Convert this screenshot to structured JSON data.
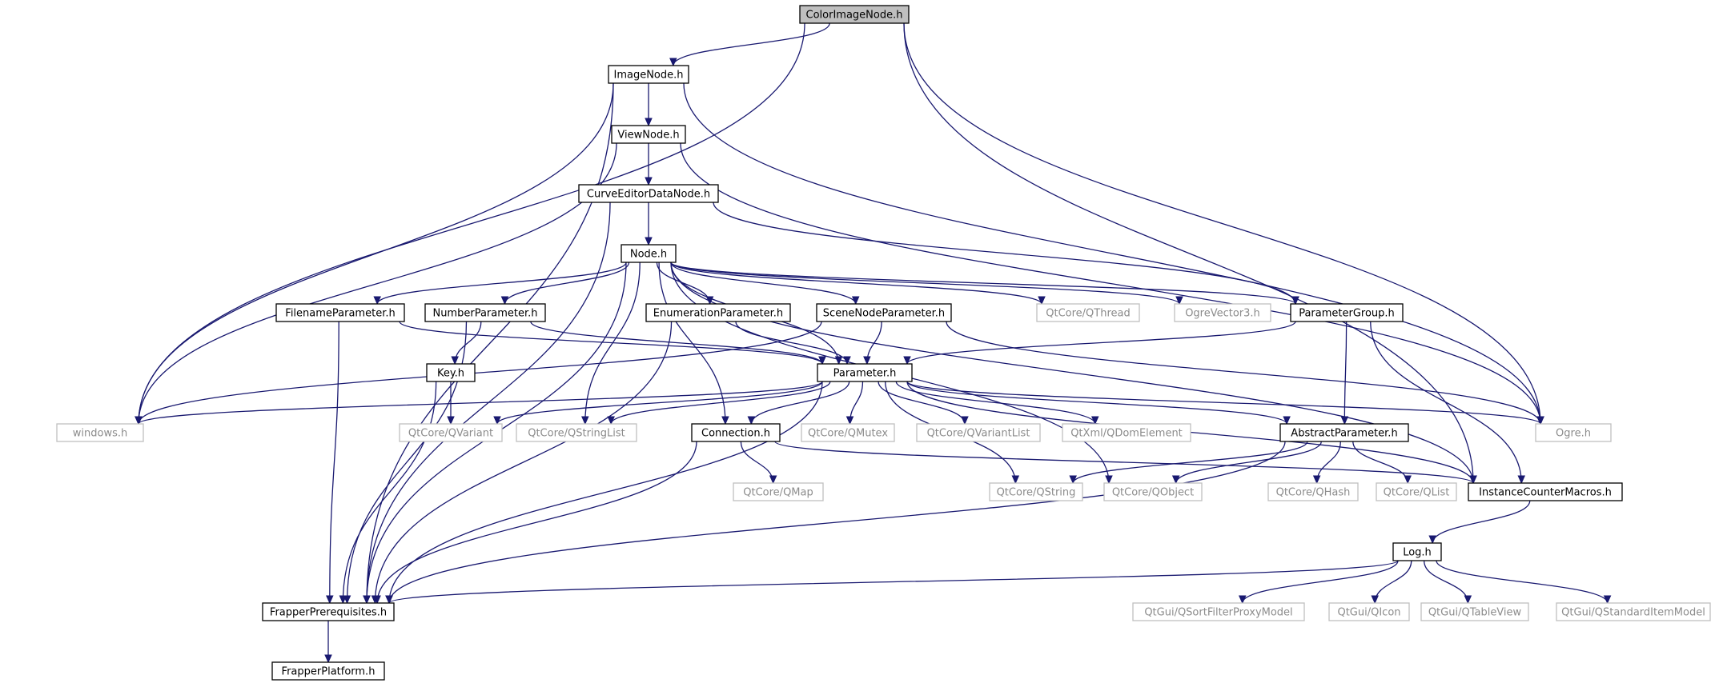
{
  "colors": {
    "edge": "#191970",
    "node_border": "#000000",
    "external_border": "#bfbfbf",
    "root_fill": "#bfbfbf",
    "node_fill": "#ffffff",
    "text": "#000000",
    "external_text": "#8c8c8c"
  },
  "nodes": [
    {
      "id": "colorimagenode",
      "label": "ColorImageNode.h",
      "kind": "root"
    },
    {
      "id": "imagenode",
      "label": "ImageNode.h",
      "kind": "internal"
    },
    {
      "id": "viewnode",
      "label": "ViewNode.h",
      "kind": "internal"
    },
    {
      "id": "curveeditordatanode",
      "label": "CurveEditorDataNode.h",
      "kind": "internal"
    },
    {
      "id": "node",
      "label": "Node.h",
      "kind": "internal"
    },
    {
      "id": "filenameparameter",
      "label": "FilenameParameter.h",
      "kind": "internal"
    },
    {
      "id": "numberparameter",
      "label": "NumberParameter.h",
      "kind": "internal"
    },
    {
      "id": "enumerationparameter",
      "label": "EnumerationParameter.h",
      "kind": "internal"
    },
    {
      "id": "scenenodeparameter",
      "label": "SceneNodeParameter.h",
      "kind": "internal"
    },
    {
      "id": "qthread",
      "label": "QtCore/QThread",
      "kind": "external"
    },
    {
      "id": "ogrevector3",
      "label": "OgreVector3.h",
      "kind": "external"
    },
    {
      "id": "parametergroup",
      "label": "ParameterGroup.h",
      "kind": "internal"
    },
    {
      "id": "key",
      "label": "Key.h",
      "kind": "internal"
    },
    {
      "id": "parameter",
      "label": "Parameter.h",
      "kind": "internal"
    },
    {
      "id": "windows",
      "label": "windows.h",
      "kind": "external"
    },
    {
      "id": "qvariant",
      "label": "QtCore/QVariant",
      "kind": "external"
    },
    {
      "id": "qstringlist",
      "label": "QtCore/QStringList",
      "kind": "external"
    },
    {
      "id": "connection",
      "label": "Connection.h",
      "kind": "internal"
    },
    {
      "id": "qmutex",
      "label": "QtCore/QMutex",
      "kind": "external"
    },
    {
      "id": "qvariantlist",
      "label": "QtCore/QVariantList",
      "kind": "external"
    },
    {
      "id": "qdomelement",
      "label": "QtXml/QDomElement",
      "kind": "external"
    },
    {
      "id": "abstractparameter",
      "label": "AbstractParameter.h",
      "kind": "internal"
    },
    {
      "id": "ogre",
      "label": "Ogre.h",
      "kind": "external"
    },
    {
      "id": "qmap",
      "label": "QtCore/QMap",
      "kind": "external"
    },
    {
      "id": "qstring",
      "label": "QtCore/QString",
      "kind": "external"
    },
    {
      "id": "qobject",
      "label": "QtCore/QObject",
      "kind": "external"
    },
    {
      "id": "qhash",
      "label": "QtCore/QHash",
      "kind": "external"
    },
    {
      "id": "qlist",
      "label": "QtCore/QList",
      "kind": "external"
    },
    {
      "id": "instancecountermacros",
      "label": "InstanceCounterMacros.h",
      "kind": "internal"
    },
    {
      "id": "log",
      "label": "Log.h",
      "kind": "internal"
    },
    {
      "id": "frapperprerequisites",
      "label": "FrapperPrerequisites.h",
      "kind": "internal"
    },
    {
      "id": "qsortfilterproxymodel",
      "label": "QtGui/QSortFilterProxyModel",
      "kind": "external"
    },
    {
      "id": "qicon",
      "label": "QtGui/QIcon",
      "kind": "external"
    },
    {
      "id": "qtableview",
      "label": "QtGui/QTableView",
      "kind": "external"
    },
    {
      "id": "qstandarditemmodel",
      "label": "QtGui/QStandardItemModel",
      "kind": "external"
    },
    {
      "id": "frapperplatform",
      "label": "FrapperPlatform.h",
      "kind": "internal"
    }
  ],
  "edges": [
    [
      "colorimagenode",
      "imagenode"
    ],
    [
      "colorimagenode",
      "windows"
    ],
    [
      "colorimagenode",
      "ogre"
    ],
    [
      "colorimagenode",
      "instancecountermacros"
    ],
    [
      "imagenode",
      "viewnode"
    ],
    [
      "imagenode",
      "windows"
    ],
    [
      "imagenode",
      "frapperprerequisites"
    ],
    [
      "imagenode",
      "ogre"
    ],
    [
      "viewnode",
      "curveeditordatanode"
    ],
    [
      "viewnode",
      "windows"
    ],
    [
      "viewnode",
      "ogre"
    ],
    [
      "curveeditordatanode",
      "node"
    ],
    [
      "curveeditordatanode",
      "frapperprerequisites"
    ],
    [
      "curveeditordatanode",
      "parametergroup"
    ],
    [
      "node",
      "filenameparameter"
    ],
    [
      "node",
      "numberparameter"
    ],
    [
      "node",
      "enumerationparameter"
    ],
    [
      "node",
      "scenenodeparameter"
    ],
    [
      "node",
      "qthread"
    ],
    [
      "node",
      "ogrevector3"
    ],
    [
      "node",
      "parametergroup"
    ],
    [
      "node",
      "parameter"
    ],
    [
      "node",
      "frapperprerequisites"
    ],
    [
      "node",
      "qstringlist"
    ],
    [
      "node",
      "connection"
    ],
    [
      "node",
      "qobject"
    ],
    [
      "node",
      "instancecountermacros"
    ],
    [
      "filenameparameter",
      "parameter"
    ],
    [
      "filenameparameter",
      "frapperprerequisites"
    ],
    [
      "numberparameter",
      "key"
    ],
    [
      "numberparameter",
      "parameter"
    ],
    [
      "numberparameter",
      "frapperprerequisites"
    ],
    [
      "enumerationparameter",
      "parameter"
    ],
    [
      "enumerationparameter",
      "frapperprerequisites"
    ],
    [
      "scenenodeparameter",
      "parameter"
    ],
    [
      "scenenodeparameter",
      "windows"
    ],
    [
      "scenenodeparameter",
      "ogre"
    ],
    [
      "parametergroup",
      "parameter"
    ],
    [
      "parametergroup",
      "abstractparameter"
    ],
    [
      "parametergroup",
      "instancecountermacros"
    ],
    [
      "key",
      "qvariant"
    ],
    [
      "key",
      "frapperprerequisites"
    ],
    [
      "parameter",
      "windows"
    ],
    [
      "parameter",
      "qvariant"
    ],
    [
      "parameter",
      "qstringlist"
    ],
    [
      "parameter",
      "connection"
    ],
    [
      "parameter",
      "qmutex"
    ],
    [
      "parameter",
      "qvariantlist"
    ],
    [
      "parameter",
      "qdomelement"
    ],
    [
      "parameter",
      "abstractparameter"
    ],
    [
      "parameter",
      "ogre"
    ],
    [
      "parameter",
      "qstring"
    ],
    [
      "parameter",
      "instancecountermacros"
    ],
    [
      "parameter",
      "frapperprerequisites"
    ],
    [
      "connection",
      "qmap"
    ],
    [
      "connection",
      "instancecountermacros"
    ],
    [
      "connection",
      "frapperprerequisites"
    ],
    [
      "abstractparameter",
      "qstring"
    ],
    [
      "abstractparameter",
      "qobject"
    ],
    [
      "abstractparameter",
      "qhash"
    ],
    [
      "abstractparameter",
      "qlist"
    ],
    [
      "abstractparameter",
      "frapperprerequisites"
    ],
    [
      "instancecountermacros",
      "log"
    ],
    [
      "log",
      "frapperprerequisites"
    ],
    [
      "log",
      "qsortfilterproxymodel"
    ],
    [
      "log",
      "qicon"
    ],
    [
      "log",
      "qtableview"
    ],
    [
      "log",
      "qstandarditemmodel"
    ],
    [
      "frapperprerequisites",
      "frapperplatform"
    ]
  ]
}
